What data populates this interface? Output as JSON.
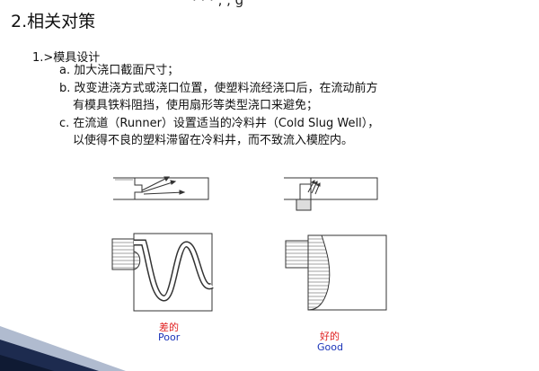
{
  "top_sliver_text": "· · ·  ,   ,  g",
  "section_title": "2.相关对策",
  "heading": "1.>模具设计",
  "lines": [
    "a. 加大浇口截面尺寸；",
    "b. 改变进浇方式或浇口位置，使塑料流经浇口后，在流动前方",
    "有模具铁料阻挡，使用扇形等类型浇口来避免；",
    "c. 在流道（Runner）设置适当的冷料井（Cold Slug Well），",
    "以使得不良的塑料滞留在冷料井，而不致流入模腔内。"
  ],
  "captions": {
    "poor_cn": "差的",
    "poor_en": "Poor",
    "good_cn": "好的",
    "good_en": "Good"
  },
  "colors": {
    "caption_cn": "#e02020",
    "caption_en": "#1a33b8",
    "corner_dark": "#1d2b4f",
    "corner_light": "#6f83a8"
  }
}
